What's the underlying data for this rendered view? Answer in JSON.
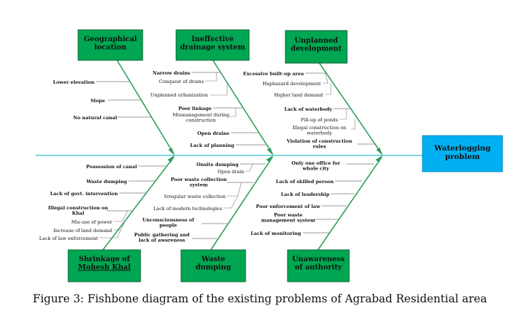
{
  "effect": {
    "label": "Waterlogging problem",
    "color": "#00B0F0"
  },
  "colors": {
    "category_box": "#00A651",
    "category_border": "#004d26",
    "bone_line": "#2E9E5B",
    "spine_line": "#55C8DE",
    "connector": "#777777"
  },
  "categories": {
    "top": [
      {
        "label": "Geographical location",
        "causes": [
          {
            "text": "Lower elevation",
            "bold": true
          },
          {
            "text": "Slope",
            "bold": true
          },
          {
            "text": "No natural canal",
            "bold": true
          }
        ]
      },
      {
        "label": "Ineffective drainage system",
        "causes": [
          {
            "text": "Narrow drains",
            "bold": true
          },
          {
            "text": "Conquest of drains",
            "bold": false
          },
          {
            "text": "Unplanned urbanization",
            "bold": false
          },
          {
            "text": "Poor linkage",
            "bold": true
          },
          {
            "text": "Mismanagement during construction",
            "bold": false
          },
          {
            "text": "Open drains",
            "bold": true
          },
          {
            "text": "Lack of planning",
            "bold": true
          }
        ]
      },
      {
        "label": "Unplanned development",
        "causes": [
          {
            "text": "Excessive built-up area",
            "bold": true
          },
          {
            "text": "Haphazard development",
            "bold": false
          },
          {
            "text": "Higher land demand",
            "bold": false
          },
          {
            "text": "Lack of waterbody",
            "bold": true
          },
          {
            "text": "Fill-up of ponds",
            "bold": false
          },
          {
            "text": "Illegal construction on waterbody",
            "bold": false
          },
          {
            "text": "Violation of construction rules",
            "bold": true
          }
        ]
      }
    ],
    "bottom": [
      {
        "label": "Shrinkage of Mohesh Khal",
        "causes": [
          {
            "text": "Possession of canal",
            "bold": true
          },
          {
            "text": "Waste dumping",
            "bold": true
          },
          {
            "text": "Lack of govt. intervention",
            "bold": true
          },
          {
            "text": "Illegal construction on Khal",
            "bold": true
          },
          {
            "text": "Mis-use of power",
            "bold": false
          },
          {
            "text": "Increase of land demand",
            "bold": false
          },
          {
            "text": "Lack of law enforcement",
            "bold": false
          }
        ]
      },
      {
        "label": "Waste dumping",
        "causes": [
          {
            "text": "Onsite dumping",
            "bold": true
          },
          {
            "text": "Open drain",
            "bold": false
          },
          {
            "text": "Poor waste collection system",
            "bold": true
          },
          {
            "text": "Irregular waste collection",
            "bold": false
          },
          {
            "text": "Lack of modern technologies",
            "bold": false
          },
          {
            "text": "Unconsciousness of people",
            "bold": true
          },
          {
            "text": "Public gathering and lack of awareness",
            "bold": true
          }
        ]
      },
      {
        "label": "Unawareness of authority",
        "causes": [
          {
            "text": "Only one office for whole city",
            "bold": true
          },
          {
            "text": "Lack of skilled person",
            "bold": true
          },
          {
            "text": "Lack of leadership",
            "bold": true
          },
          {
            "text": "Poor enforcement of law",
            "bold": true
          },
          {
            "text": "Poor waste management system",
            "bold": true
          },
          {
            "text": "Lack of monitoring",
            "bold": true
          }
        ]
      }
    ]
  },
  "caption": "Figure 3: Fishbone diagram of the existing problems of Agrabad Residential area"
}
